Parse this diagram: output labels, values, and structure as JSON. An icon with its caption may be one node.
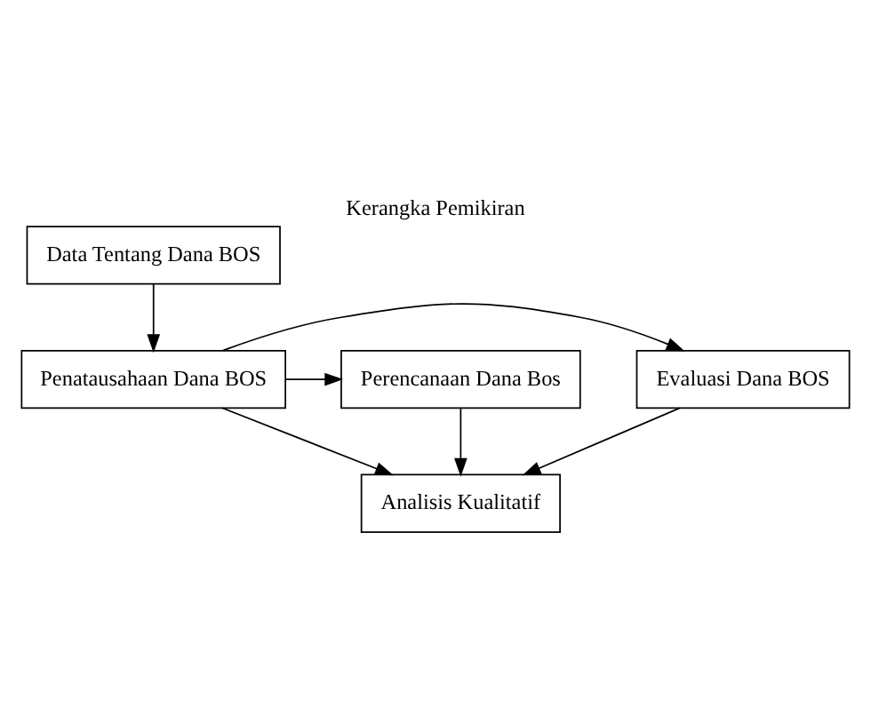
{
  "diagram": {
    "title": "Kerangka Pemikiran",
    "nodes": [
      {
        "text": [
          "Data Tentang Dana BOS"
        ]
      },
      {
        "text": [
          "Perencanaan Dana Bos"
        ]
      },
      {
        "text": [
          "Penatausahaan Dana BOS"
        ]
      },
      {
        "text": [
          "Evaluasi Dana BOS"
        ]
      },
      {
        "text": [
          "Analisis Kualitatif"
        ]
      }
    ],
    "edges": [
      {
        "from": 0,
        "to": 2,
        "arrow": "to"
      },
      {
        "from": 2,
        "to": 1,
        "arrow": "to"
      },
      {
        "from": 2,
        "to": 3,
        "arrow": "to"
      },
      {
        "from": 1,
        "to": 4,
        "arrow": "to"
      },
      {
        "from": 2,
        "to": 4,
        "arrow": "to"
      },
      {
        "from": 3,
        "to": 4,
        "arrow": "to"
      }
    ]
  }
}
